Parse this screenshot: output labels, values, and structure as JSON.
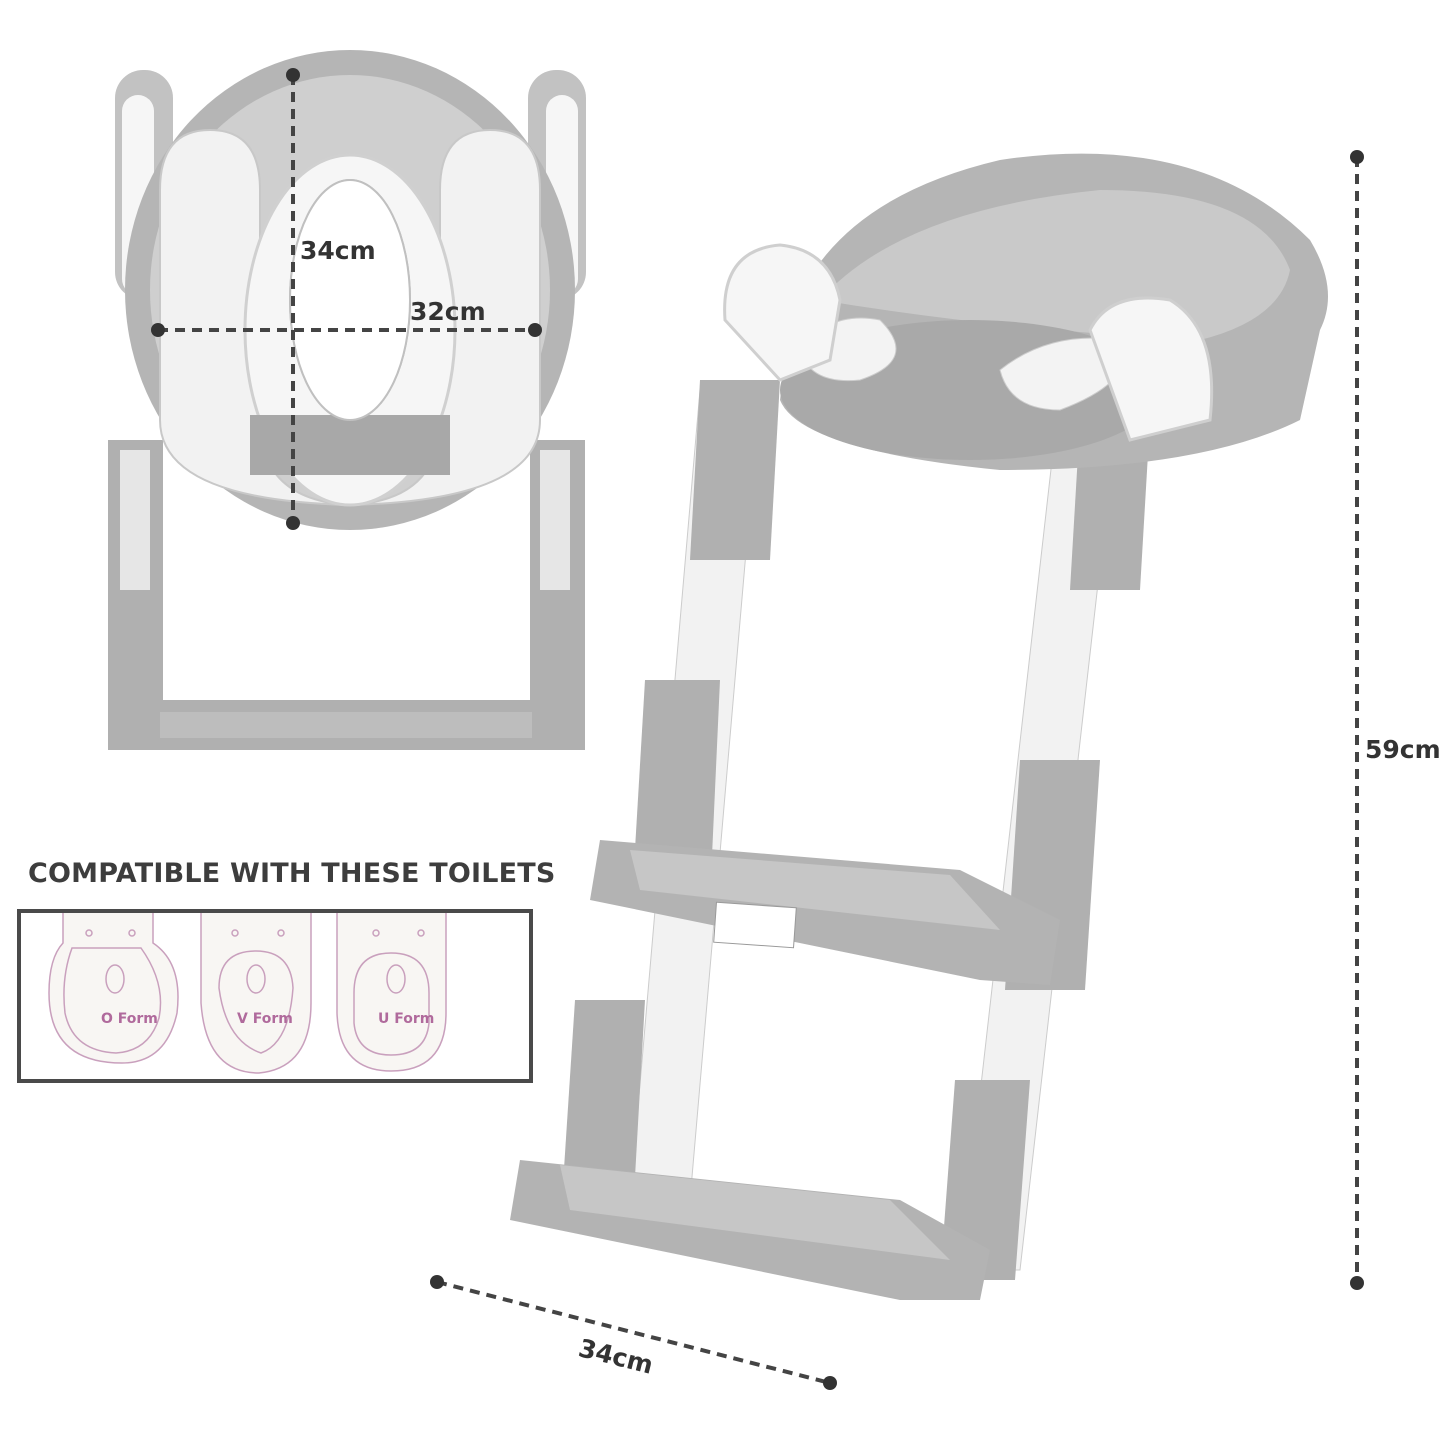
{
  "dimensions": {
    "seat_height": "34cm",
    "seat_width": "32cm",
    "total_height": "59cm",
    "step_depth": "34cm"
  },
  "compatibility": {
    "title": "COMPATIBLE WITH THESE TOILETS",
    "toilets": [
      {
        "label": "O Form"
      },
      {
        "label": "V Form"
      },
      {
        "label": "U Form"
      }
    ]
  },
  "colors": {
    "product_gray": "#a9a9a9",
    "product_white": "#f4f4f4",
    "dimension_line": "#444444",
    "toilet_outline": "#c9a0bd",
    "toilet_label": "#b06a9c",
    "box_border": "#4a4a4a"
  }
}
